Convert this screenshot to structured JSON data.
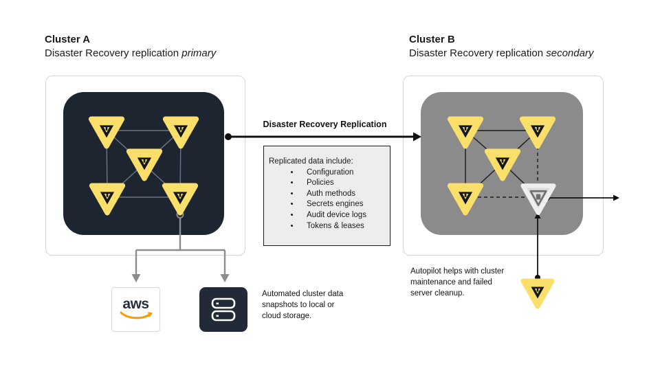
{
  "cluster_a": {
    "title": "Cluster A",
    "subtitle_prefix": "Disaster Recovery replication ",
    "subtitle_emphasis": "primary",
    "node_count": 5
  },
  "cluster_b": {
    "title": "Cluster B",
    "subtitle_prefix": "Disaster Recovery replication ",
    "subtitle_emphasis": "secondary",
    "node_count": 5,
    "failed_node": true
  },
  "replication_arrow": {
    "label": "Disaster Recovery Replication"
  },
  "replicated_box": {
    "title": "Replicated data include:",
    "items": [
      "Configuration",
      "Policies",
      "Auth methods",
      "Secrets engines",
      "Audit device logs",
      "Tokens & leases"
    ]
  },
  "snapshot_note": "Automated cluster data\nsnapshots to local or\ncloud storage.",
  "autopilot_note": "Autopilot helps with cluster\nmaintenance and failed\nserver cleanup.",
  "aws": {
    "logo_text": "aws"
  },
  "icons": {
    "vault_node": "vault-triangle-icon",
    "failed_node": "failed-vault-triangle-icon",
    "replacement_node": "replacement-vault-triangle-icon",
    "storage_server": "server-storage-icon",
    "aws_logo": "aws-logo"
  },
  "colors": {
    "vault_yellow": "#FBDF6B",
    "cluster_a_navy": "#1D2531",
    "cluster_b_gray": "#8B8B8B",
    "failed_node_gray": "#DCDCDC",
    "aws_orange": "#FF9900",
    "snapshot_line_gray": "#8C8C8C",
    "cluster_a_link_gray": "#6E7685",
    "arrow_black": "#111111"
  }
}
